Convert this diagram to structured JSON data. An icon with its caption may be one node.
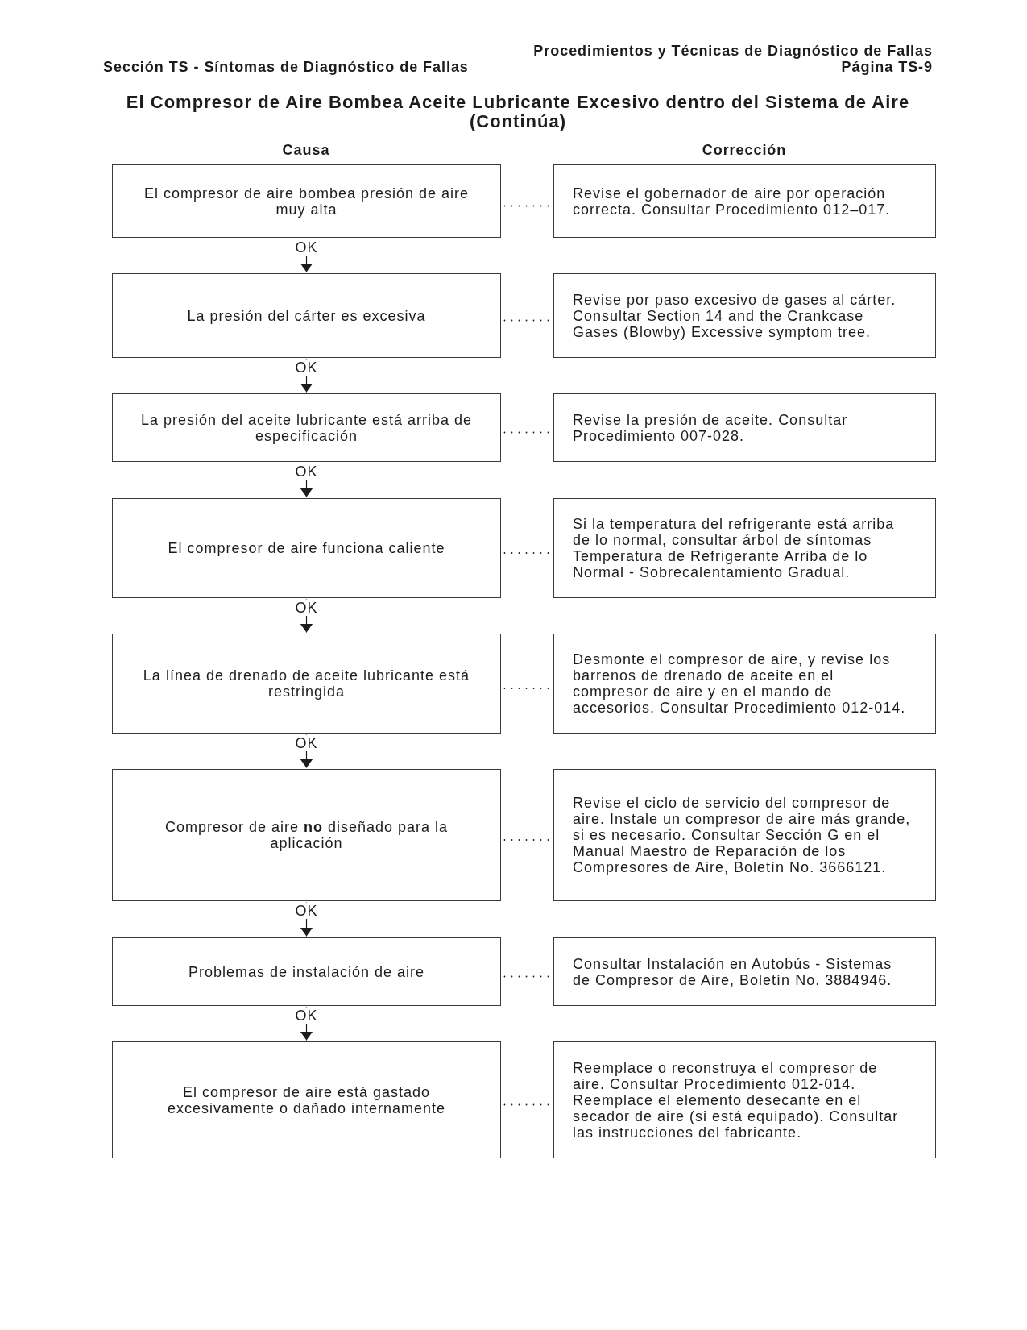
{
  "diagram": {
    "title": "El Compresor de Aire Bombea Aceite Lubricante Excesivo dentro del Sistema de Aire (Continúa)",
    "nodes": [
      {
        "text": [
          "El compresor de aire bombea presión de aire muy alta"
        ]
      },
      {
        "text": [
          "Revise el gobernador de aire por operación correcta. Consultar Procedimiento 012–017."
        ]
      },
      {
        "text": [
          "La presión del cárter es excesiva"
        ]
      },
      {
        "text": [
          "Revise por paso excesivo de gases al cárter. Consultar Section 14 and the Crankcase Gases (Blowby) Excessive symptom tree."
        ]
      },
      {
        "text": [
          "La presión del aceite lubricante está arriba de especificación"
        ]
      },
      {
        "text": [
          "Revise la presión de aceite. Consultar Procedimiento 007-028."
        ]
      },
      {
        "text": [
          "El compresor de aire funciona caliente"
        ]
      },
      {
        "text": [
          "Si la temperatura del refrigerante está arriba de lo normal, consultar árbol de síntomas Temperatura de Refrigerante Arriba de lo Normal - Sobrecalentamiento Gradual."
        ]
      },
      {
        "text": [
          "La línea de drenado de aceite lubricante está restringida"
        ]
      },
      {
        "text": [
          "Desmonte el compresor de aire, y revise los barrenos de drenado de aceite en el compresor de aire y en el mando de accesorios. Consultar Procedimiento 012-014."
        ]
      },
      {
        "text": [
          "Compresor de aire **no** diseñado para la aplicación"
        ]
      },
      {
        "text": [
          "Revise el ciclo de servicio del compresor de aire. Instale un compresor de aire más grande, si es necesario. Consultar Sección G en el Manual Maestro de Reparación de los Compresores de Aire, Boletín No. 3666121."
        ]
      },
      {
        "text": [
          "Problemas de instalación de aire"
        ]
      },
      {
        "text": [
          "Consultar Instalación en Autobús - Sistemas de Compresor de Aire, Boletín No. 3884946."
        ]
      },
      {
        "text": [
          "El compresor de aire está gastado excesivamente o dañado internamente"
        ]
      },
      {
        "text": [
          "Reemplace o reconstruya el compresor de aire. Consultar Procedimiento 012-014. Reemplace el elemento desecante en el secador de aire (si está equipado). Consultar las instrucciones del fabricante."
        ]
      }
    ],
    "edges": [
      {
        "from": 0,
        "to": 1,
        "arrow": "none",
        "style": "dashed"
      },
      {
        "from": 0,
        "to": 2,
        "arrow": "to",
        "label": "OK"
      },
      {
        "from": 2,
        "to": 3,
        "arrow": "none",
        "style": "dashed"
      },
      {
        "from": 2,
        "to": 4,
        "arrow": "to",
        "label": "OK"
      },
      {
        "from": 4,
        "to": 5,
        "arrow": "none",
        "style": "dashed"
      },
      {
        "from": 4,
        "to": 6,
        "arrow": "to",
        "label": "OK"
      },
      {
        "from": 6,
        "to": 7,
        "arrow": "none",
        "style": "dashed"
      },
      {
        "from": 6,
        "to": 8,
        "arrow": "to",
        "label": "OK"
      },
      {
        "from": 8,
        "to": 9,
        "arrow": "none",
        "style": "dashed"
      },
      {
        "from": 8,
        "to": 10,
        "arrow": "to",
        "label": "OK"
      },
      {
        "from": 10,
        "to": 11,
        "arrow": "none",
        "style": "dashed"
      },
      {
        "from": 10,
        "to": 12,
        "arrow": "to",
        "label": "OK"
      },
      {
        "from": 12,
        "to": 13,
        "arrow": "none",
        "style": "dashed"
      },
      {
        "from": 12,
        "to": 14,
        "arrow": "to",
        "label": "OK"
      },
      {
        "from": 14,
        "to": 15,
        "arrow": "none",
        "style": "dashed"
      }
    ],
    "labels": [
      "Procedimientos y Técnicas de Diagnóstico de Fallas",
      "Sección TS - Síntomas de Diagnóstico de Fallas",
      "Página TS-9",
      "Causa",
      "Corrección"
    ]
  }
}
